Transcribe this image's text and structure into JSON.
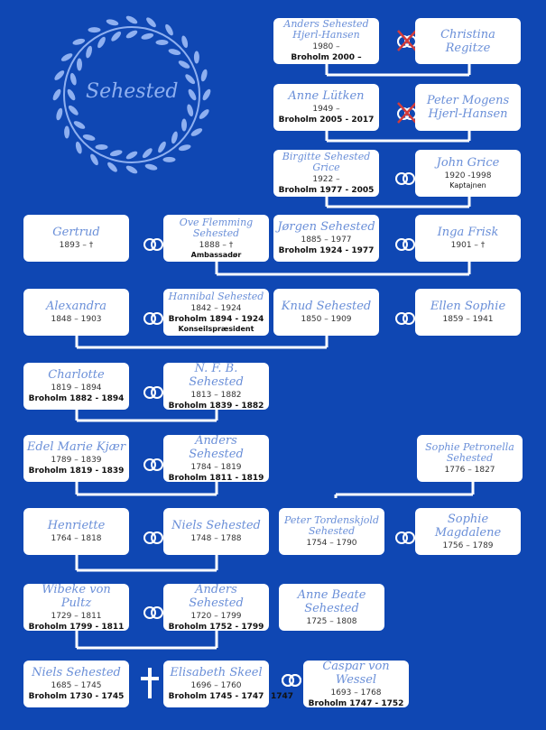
{
  "title": "Sehested",
  "extra_year": "1747",
  "cards": [
    {
      "id": "anders_h",
      "name": "Anders Sehested Hjerl-Hansen",
      "small": true,
      "years": "1980 –",
      "estate": "Broholm 2000 –"
    },
    {
      "id": "christina",
      "name": "Christina Regitze"
    },
    {
      "id": "anne_l",
      "name": "Anne Lütken",
      "years": "1949 –",
      "estate": "Broholm 2005 - 2017"
    },
    {
      "id": "peter_m",
      "name": "Peter Mogens Hjerl-Hansen"
    },
    {
      "id": "birgitte",
      "name": "Birgitte Sehested Grice",
      "small": true,
      "years": "1922 –",
      "estate": "Broholm 1977 - 2005"
    },
    {
      "id": "john",
      "name": "John Grice",
      "years": "1920 -1998",
      "note": "Kaptajnen"
    },
    {
      "id": "gertrud",
      "name": "Gertrud",
      "years": "1893 – †"
    },
    {
      "id": "ove",
      "name": "Ove Flemming Sehested",
      "small": true,
      "years": "1888 – †",
      "note": "Ambassadør"
    },
    {
      "id": "jorgen",
      "name": "Jørgen Sehested",
      "years": "1885 – 1977",
      "estate": "Broholm 1924 - 1977"
    },
    {
      "id": "inga",
      "name": "Inga Frisk",
      "years": "1901 – †"
    },
    {
      "id": "alexandra",
      "name": "Alexandra",
      "years": "1848 – 1903"
    },
    {
      "id": "hannibal",
      "name": "Hannibal Sehested",
      "small": true,
      "years": "1842 – 1924",
      "estate": "Broholm 1894 - 1924",
      "note": "Konseilspræsident"
    },
    {
      "id": "knud",
      "name": "Knud Sehested",
      "years": "1850 – 1909"
    },
    {
      "id": "ellen",
      "name": "Ellen Sophie",
      "years": "1859 – 1941"
    },
    {
      "id": "charlotte",
      "name": "Charlotte",
      "years": "1819 – 1894",
      "estate": "Broholm 1882 - 1894"
    },
    {
      "id": "nfb",
      "name": "N. F. B. Sehested",
      "years": "1813 – 1882",
      "estate": "Broholm 1839 - 1882"
    },
    {
      "id": "edel",
      "name": "Edel Marie Kjær",
      "years": "1789 – 1839",
      "estate": "Broholm 1819 - 1839"
    },
    {
      "id": "anders1784",
      "name": "Anders Sehested",
      "years": "1784 – 1819",
      "estate": "Broholm 1811 - 1819"
    },
    {
      "id": "sophie_p",
      "name": "Sophie Petronella Sehested",
      "small": true,
      "years": "1776 – 1827"
    },
    {
      "id": "henriette",
      "name": "Henriette",
      "years": "1764 – 1818"
    },
    {
      "id": "niels1748",
      "name": "Niels Sehested",
      "years": "1748 – 1788"
    },
    {
      "id": "peter_t",
      "name": "Peter Tordenskjold Sehested",
      "small": true,
      "years": "1754 – 1790"
    },
    {
      "id": "sophie_m",
      "name": "Sophie Magdalene",
      "years": "1756 – 1789"
    },
    {
      "id": "wibeke",
      "name": "Wibeke von Pultz",
      "years": "1729 – 1811",
      "estate": "Broholm 1799 - 1811"
    },
    {
      "id": "anders1720",
      "name": "Anders Sehested",
      "years": "1720 – 1799",
      "estate": "Broholm 1752 - 1799"
    },
    {
      "id": "anne_b",
      "name": "Anne Beate Sehested",
      "years": "1725 – 1808"
    },
    {
      "id": "niels1685",
      "name": "Niels Sehested",
      "years": "1685 – 1745",
      "estate": "Broholm 1730 - 1745"
    },
    {
      "id": "elisabeth",
      "name": "Elisabeth Skeel",
      "years": "1696 – 1760",
      "estate": "Broholm 1745 - 1747"
    },
    {
      "id": "caspar",
      "name": "Caspar von Wessel",
      "years": "1693 – 1768",
      "estate": "Broholm 1747 - 1752"
    }
  ],
  "markers": [
    {
      "id": "m1",
      "icon": "divorced-rings-icon"
    },
    {
      "id": "m2",
      "icon": "divorced-rings-icon"
    },
    {
      "id": "m3",
      "icon": "wedding-rings-icon"
    },
    {
      "id": "m4",
      "icon": "wedding-rings-icon"
    },
    {
      "id": "m5",
      "icon": "wedding-rings-icon"
    },
    {
      "id": "m6",
      "icon": "wedding-rings-icon"
    },
    {
      "id": "m7",
      "icon": "wedding-rings-icon"
    },
    {
      "id": "m8",
      "icon": "wedding-rings-icon"
    },
    {
      "id": "m9",
      "icon": "wedding-rings-icon"
    },
    {
      "id": "m10",
      "icon": "wedding-rings-icon"
    },
    {
      "id": "m11",
      "icon": "wedding-rings-icon"
    },
    {
      "id": "m12",
      "icon": "wedding-rings-icon"
    },
    {
      "id": "m13",
      "icon": "wedding-rings-icon"
    },
    {
      "id": "m14",
      "icon": "cross-icon"
    },
    {
      "id": "m15",
      "icon": "wedding-rings-icon"
    }
  ],
  "colors": {
    "background": "#0f47b3",
    "card": "#ffffff",
    "name": "#6a8fd8",
    "connector": "#ffffff",
    "divorce": "#d23b3b"
  }
}
